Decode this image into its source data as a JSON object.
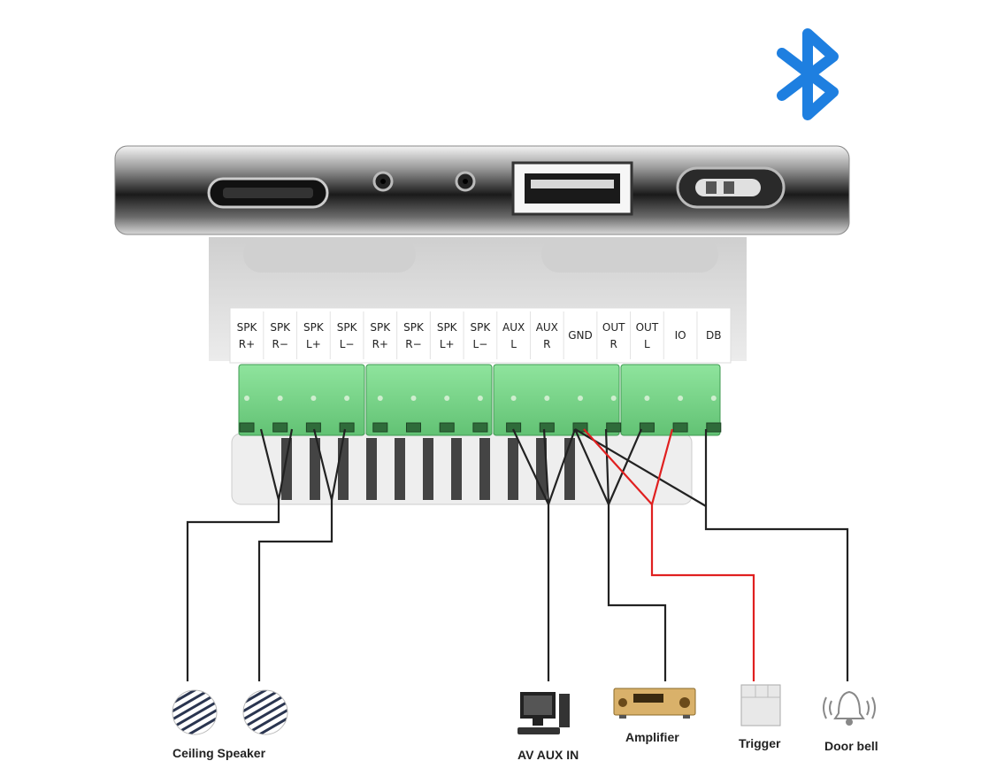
{
  "terminals": [
    {
      "line1": "SPK",
      "line2": "R+"
    },
    {
      "line1": "SPK",
      "line2": "R−"
    },
    {
      "line1": "SPK",
      "line2": "L+"
    },
    {
      "line1": "SPK",
      "line2": "L−"
    },
    {
      "line1": "SPK",
      "line2": "R+"
    },
    {
      "line1": "SPK",
      "line2": "R−"
    },
    {
      "line1": "SPK",
      "line2": "L+"
    },
    {
      "line1": "SPK",
      "line2": "L−"
    },
    {
      "line1": "AUX",
      "line2": "L"
    },
    {
      "line1": "AUX",
      "line2": "R"
    },
    {
      "line1": "GND",
      "line2": ""
    },
    {
      "line1": "OUT",
      "line2": "R"
    },
    {
      "line1": "OUT",
      "line2": "L"
    },
    {
      "line1": "IO",
      "line2": ""
    },
    {
      "line1": "DB",
      "line2": ""
    }
  ],
  "devices": {
    "ceiling_speaker": "Ceiling Speaker",
    "av_aux_in": "AV AUX IN",
    "amplifier": "Amplifier",
    "trigger": "Trigger",
    "door_bell": "Door bell"
  },
  "icons": {
    "bluetooth": "bluetooth-icon",
    "speaker": "ceiling-speaker-icon",
    "computer": "computer-icon",
    "amplifier": "amplifier-icon",
    "trigger": "trigger-icon",
    "bell": "door-bell-icon"
  },
  "colors": {
    "bluetooth": "#1e7fe0",
    "terminal_green": "#7fd98e",
    "wire_black": "#222222",
    "wire_red": "#e02020"
  }
}
